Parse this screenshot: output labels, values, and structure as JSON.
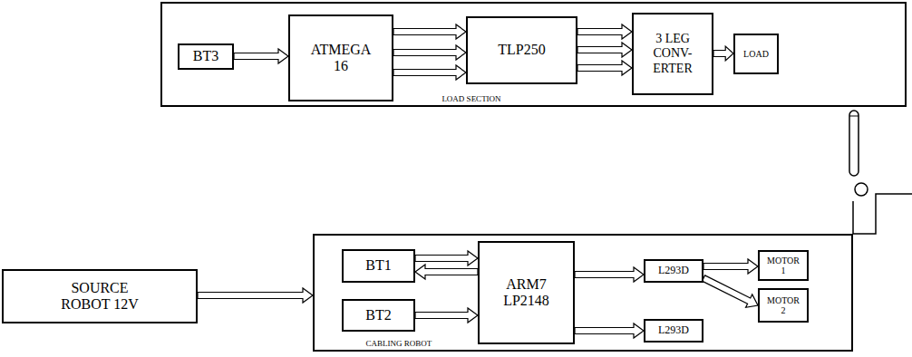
{
  "diagram": {
    "nodes": [
      {
        "text": [
          "LOAD SECTION"
        ]
      },
      {
        "text": [
          "BT3"
        ],
        "in": 0
      },
      {
        "text": [
          "ATMEGA 16"
        ],
        "in": 0
      },
      {
        "text": [
          "TLP250"
        ],
        "in": 0
      },
      {
        "text": [
          "3 LEG CONV- ERTER"
        ],
        "in": 0
      },
      {
        "text": [
          "LOAD"
        ],
        "in": 0
      },
      {
        "text": [
          "SOURCE ROBOT 12V"
        ]
      },
      {
        "text": [
          "CABLING ROBOT"
        ]
      },
      {
        "text": [
          "BT1"
        ],
        "in": 7
      },
      {
        "text": [
          "BT2"
        ],
        "in": 7
      },
      {
        "text": [
          "ARM7 LP2148"
        ],
        "in": 7
      },
      {
        "text": [
          "L293D"
        ],
        "in": 7
      },
      {
        "text": [
          "MOTOR 1"
        ],
        "in": 7
      },
      {
        "text": [
          "MOTOR 2"
        ],
        "in": 7
      },
      {
        "text": [
          "L293D"
        ],
        "in": 7
      }
    ],
    "edges": [
      {
        "from": 1,
        "to": 2,
        "arrow": "to"
      },
      {
        "from": 2,
        "to": 3,
        "arrow": "to"
      },
      {
        "from": 2,
        "to": 3,
        "arrow": "to"
      },
      {
        "from": 2,
        "to": 3,
        "arrow": "to"
      },
      {
        "from": 3,
        "to": 4,
        "arrow": "to"
      },
      {
        "from": 3,
        "to": 4,
        "arrow": "to"
      },
      {
        "from": 3,
        "to": 4,
        "arrow": "to"
      },
      {
        "from": 4,
        "to": 5,
        "arrow": "to"
      },
      {
        "from": 6,
        "to": 7,
        "arrow": "to"
      },
      {
        "from": 8,
        "to": 10,
        "arrow": "to"
      },
      {
        "from": 10,
        "to": 8,
        "arrow": "to"
      },
      {
        "from": 9,
        "to": 10,
        "arrow": "to"
      },
      {
        "from": 10,
        "to": 11,
        "arrow": "to"
      },
      {
        "from": 10,
        "to": 14,
        "arrow": "to"
      },
      {
        "from": 11,
        "to": 12,
        "arrow": "to"
      },
      {
        "from": 11,
        "to": 13,
        "arrow": "to"
      }
    ]
  }
}
